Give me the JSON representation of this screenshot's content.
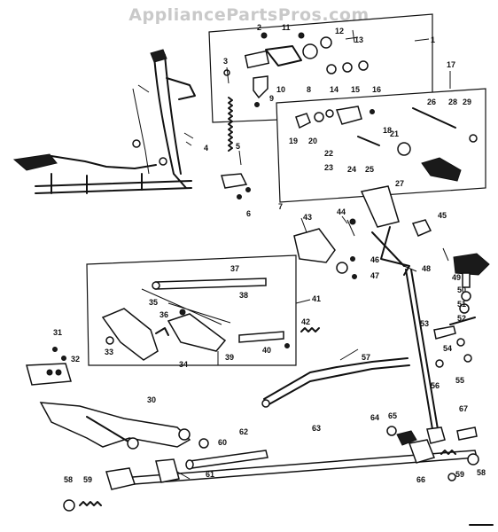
{
  "watermark": "AppliancePartsPros.com",
  "callouts": [
    "1",
    "2",
    "3",
    "4",
    "5",
    "6",
    "7",
    "8",
    "9",
    "10",
    "11",
    "12",
    "13",
    "14",
    "15",
    "16",
    "17",
    "18",
    "19",
    "20",
    "21",
    "22",
    "23",
    "24",
    "25",
    "26",
    "27",
    "28",
    "29",
    "30",
    "31",
    "32",
    "33",
    "34",
    "35",
    "36",
    "37",
    "38",
    "39",
    "40",
    "41",
    "42",
    "43",
    "44",
    "45",
    "46",
    "47",
    "48",
    "49",
    "50",
    "51",
    "52",
    "53",
    "54",
    "55",
    "56",
    "57",
    "58",
    "59",
    "60",
    "61",
    "62",
    "63",
    "64",
    "65",
    "66",
    "67"
  ]
}
